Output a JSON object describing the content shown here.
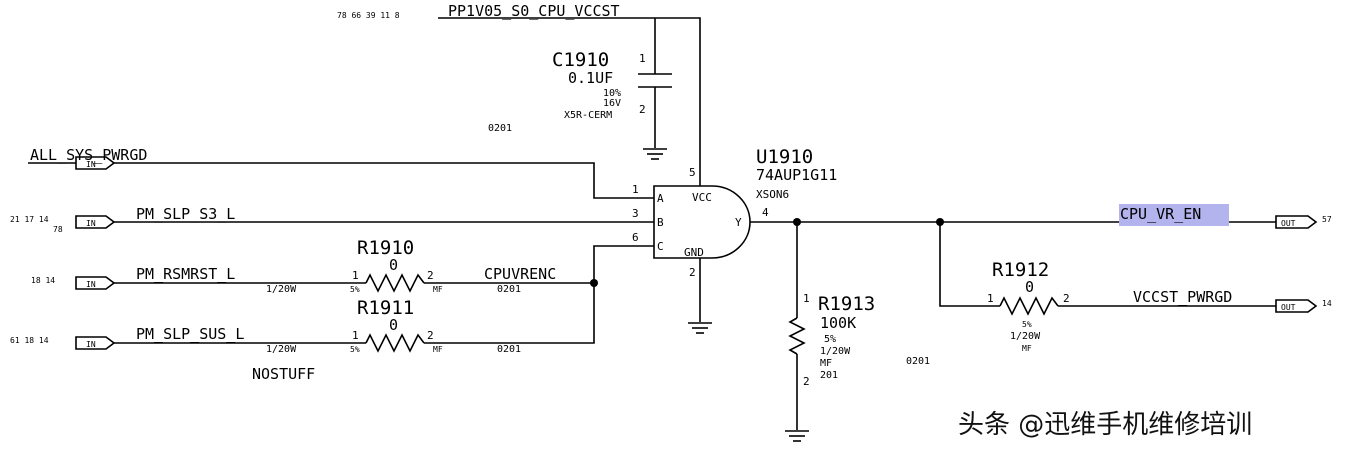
{
  "nets": {
    "pp1v05": "PP1V05_S0_CPU_VCCST",
    "pp1v05_refs": "78 66 39 11 8",
    "all_sys_pwrgd": "ALL_SYS_PWRGD",
    "pm_slp_s3": "PM_SLP_S3_L",
    "pm_slp_s3_refs_top": "21 17 14",
    "pm_slp_s3_refs_bot": "78",
    "pm_rsmrst": "PM_RSMRST_L",
    "pm_rsmrst_refs": "18 14",
    "pm_slp_sus": "PM_SLP_SUS_L",
    "pm_slp_sus_refs": "61 18 14",
    "cpuvrenc": "CPUVRENC",
    "cpu_vr_en": "CPU_VR_EN",
    "cpu_vr_en_ref": "57",
    "vccst_pwrgd": "VCCST_PWRGD",
    "vccst_pwrgd_ref": "14"
  },
  "ports": {
    "in": "IN",
    "out": "OUT"
  },
  "c1910": {
    "ref": "C1910",
    "value": "0.1UF",
    "tol": "10%",
    "volt": "16V",
    "dielectric": "X5R-CERM",
    "package": "0201",
    "pin1": "1",
    "pin2": "2"
  },
  "u1910": {
    "ref": "U1910",
    "part": "74AUP1G11",
    "package": "XSON6",
    "pin_a": "A",
    "pin_b": "B",
    "pin_c": "C",
    "pin_vcc": "VCC",
    "pin_gnd": "GND",
    "pin_y": "Y",
    "num_a": "1",
    "num_b": "3",
    "num_c": "6",
    "num_vcc": "5",
    "num_gnd": "2",
    "num_y": "4"
  },
  "r1910": {
    "ref": "R1910",
    "value": "0",
    "tol": "5%",
    "power": "1/20W",
    "type": "MF",
    "package": "0201",
    "pin1": "1",
    "pin2": "2"
  },
  "r1911": {
    "ref": "R1911",
    "value": "0",
    "tol": "5%",
    "power": "1/20W",
    "type": "MF",
    "package": "0201",
    "pin1": "1",
    "pin2": "2",
    "note": "NOSTUFF"
  },
  "r1912": {
    "ref": "R1912",
    "value": "0",
    "tol": "5%",
    "power": "1/20W",
    "type": "MF",
    "pin1": "1",
    "pin2": "2"
  },
  "r1913": {
    "ref": "R1913",
    "value": "100K",
    "tol": "5%",
    "power": "1/20W",
    "type": "MF",
    "package": "201",
    "package2": "0201",
    "pin1": "1",
    "pin2": "2"
  },
  "highlight": "#b3b3ee",
  "watermark": "头条 @迅维手机维修培训"
}
